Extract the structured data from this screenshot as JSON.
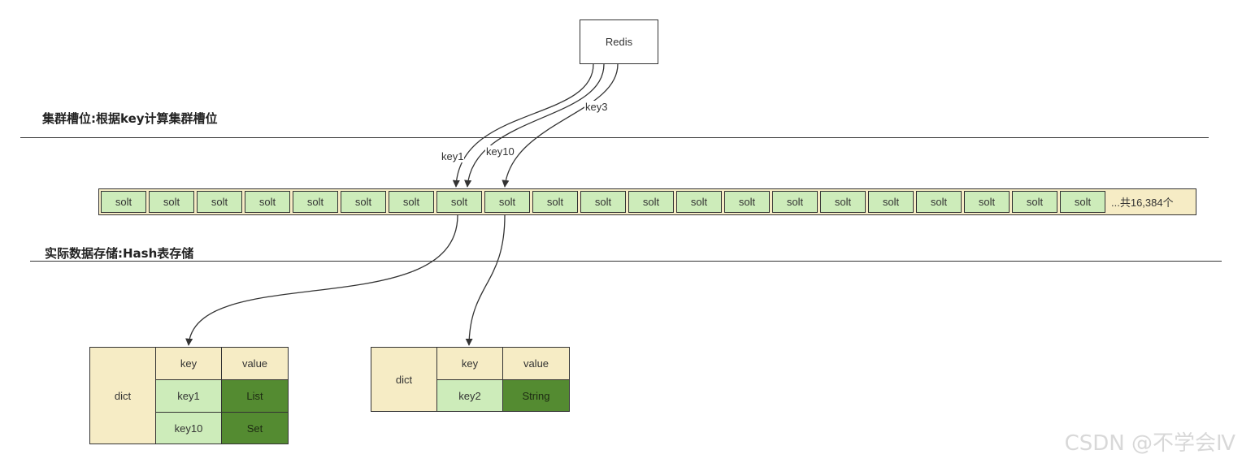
{
  "redis_node": {
    "label": "Redis"
  },
  "sections": {
    "slot_title": "集群槽位:根据key计算集群槽位",
    "storage_title": "实际数据存储:Hash表存储"
  },
  "slot_bar": {
    "slot_label": "solt",
    "slot_count_shown": 21,
    "total_label": "...共16,384个"
  },
  "edge_labels": {
    "key1": "key1",
    "key10": "key10",
    "key3": "key3"
  },
  "dict_tables": [
    {
      "name": "dict",
      "header": {
        "key": "key",
        "value": "value"
      },
      "rows": [
        {
          "key": "key1",
          "value": "List"
        },
        {
          "key": "key10",
          "value": "Set"
        }
      ]
    },
    {
      "name": "dict",
      "header": {
        "key": "key",
        "value": "value"
      },
      "rows": [
        {
          "key": "key2",
          "value": "String"
        }
      ]
    }
  ],
  "watermark": "CSDN @不学会Ⅳ",
  "colors": {
    "slot_fill": "#cdecba",
    "bar_fill": "#f6ecc5",
    "value_fill": "#548b31",
    "line": "#333333"
  }
}
